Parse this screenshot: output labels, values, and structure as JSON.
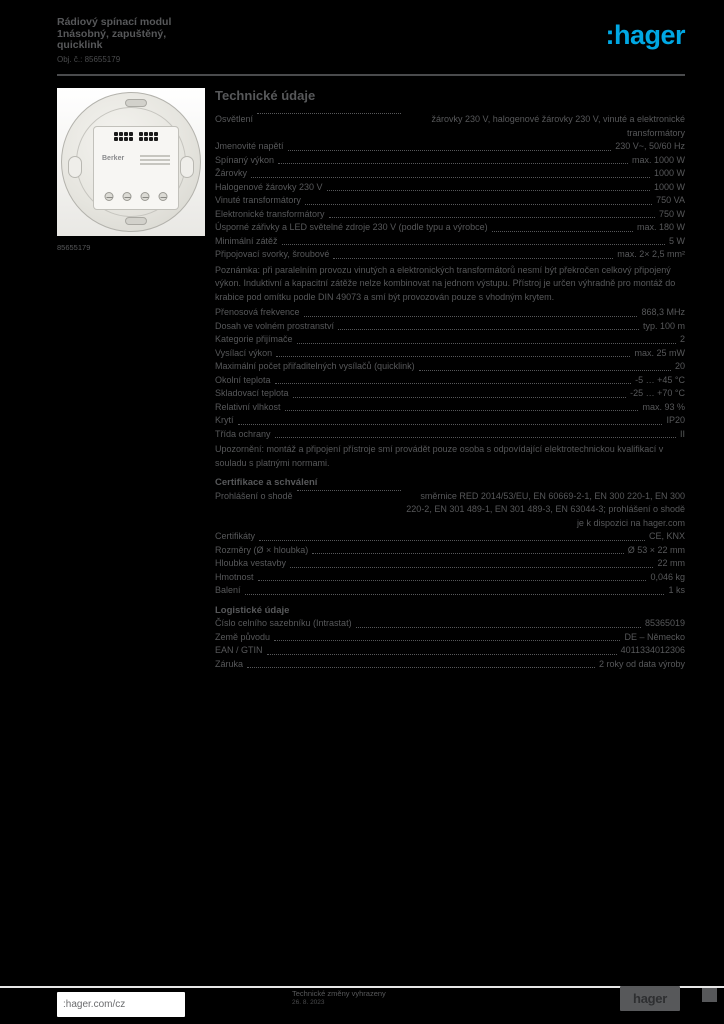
{
  "theme": {
    "background": "#000000",
    "text_gray": "#57585a",
    "hager_blue": "#00a8e4",
    "footer_box_white": "#ffffff"
  },
  "header": {
    "title_line1": "Rádiový spínací modul",
    "title_line2": "1násobný, zapuštěný,",
    "title_line3": "quicklink",
    "order_no": "Obj. č.: 85655179",
    "logo_text": ":hager"
  },
  "product_image": {
    "brand_label": "Berker",
    "caption": "85655179"
  },
  "specs": {
    "heading": "Technické údaje",
    "blocks": [
      {
        "type": "row",
        "style": "multival",
        "label": "Osvětlení",
        "value": "žárovky 230 V, halogenové žárovky 230 V, vinuté a elektronické transformátory"
      },
      {
        "type": "row",
        "label": "Jmenovité napětí",
        "value": "230 V~, 50/60 Hz"
      },
      {
        "type": "row",
        "label": "Spínaný výkon",
        "value": "max. 1000 W"
      },
      {
        "type": "row",
        "label": "Žárovky",
        "value": "1000 W"
      },
      {
        "type": "row",
        "label": "Halogenové žárovky 230 V",
        "value": "1000 W"
      },
      {
        "type": "row",
        "label": "Vinuté transformátory",
        "value": "750 VA"
      },
      {
        "type": "row",
        "label": "Elektronické transformátory",
        "value": "750 W"
      },
      {
        "type": "row",
        "style": "wraplbl",
        "label": "Úsporné zářivky a LED světelné zdroje 230 V (podle typu a výrobce)",
        "value": "max. 180 W"
      },
      {
        "type": "row",
        "label": "Minimální zátěž",
        "value": "5 W"
      },
      {
        "type": "row",
        "label": "Připojovací svorky, šroubové",
        "value": "max. 2× 2,5 mm²"
      },
      {
        "type": "note",
        "text": "Poznámka: při paralelním provozu vinutých a elektronických transformátorů nesmí být překročen celkový připojený výkon. Induktivní a kapacitní zátěže nelze kombinovat na jednom výstupu. Přístroj je určen výhradně pro montáž do krabice pod omítku podle DIN 49073 a smí být provozován pouze s vhodným krytem."
      },
      {
        "type": "row",
        "label": "Přenosová frekvence",
        "value": "868,3 MHz"
      },
      {
        "type": "row",
        "label": "Dosah ve volném prostranství",
        "value": "typ. 100 m"
      },
      {
        "type": "row",
        "label": "Kategorie přijímače",
        "value": "2"
      },
      {
        "type": "row",
        "label": "Vysílací výkon",
        "value": "max. 25 mW"
      },
      {
        "type": "row",
        "style": "wraplbl",
        "label": "Maximální počet přiřaditelných vysílačů (quicklink)",
        "value": "20"
      },
      {
        "type": "row",
        "label": "Okolní teplota",
        "value": "-5 … +45 °C"
      },
      {
        "type": "row",
        "label": "Skladovací teplota",
        "value": "-25 … +70 °C"
      },
      {
        "type": "row",
        "label": "Relativní vlhkost",
        "value": "max. 93 %"
      },
      {
        "type": "row",
        "label": "Krytí",
        "value": "IP20"
      },
      {
        "type": "row",
        "label": "Třída ochrany",
        "value": "II"
      },
      {
        "type": "note",
        "text": "Upozornění: montáž a připojení přístroje smí provádět pouze osoba s odpovídající elektrotechnickou kvalifikací v souladu s platnými normami."
      },
      {
        "type": "subheading",
        "text": "Certifikace a schválení"
      },
      {
        "type": "row",
        "style": "multival",
        "label": "Prohlášení o shodě",
        "value": "směrnice RED 2014/53/EU, EN 60669-2-1, EN 300 220-1, EN 300 220-2, EN 301 489-1, EN 301 489-3, EN 63044-3; prohlášení o shodě je k dispozici na hager.com"
      },
      {
        "type": "row",
        "label": "Certifikáty",
        "value": "CE, KNX"
      },
      {
        "type": "row",
        "label": "Rozměry (Ø × hloubka)",
        "value": "Ø 53 × 22 mm"
      },
      {
        "type": "row",
        "label": "Hloubka vestavby",
        "value": "22 mm"
      },
      {
        "type": "row",
        "label": "Hmotnost",
        "value": "0,046 kg"
      },
      {
        "type": "row",
        "label": "Balení",
        "value": "1 ks"
      },
      {
        "type": "subheading",
        "text": "Logistické údaje"
      },
      {
        "type": "row",
        "label": "Číslo celního sazebníku (Intrastat)",
        "value": "85365019"
      },
      {
        "type": "row",
        "label": "Země původu",
        "value": "DE – Německo"
      },
      {
        "type": "row",
        "label": "EAN / GTIN",
        "value": "4011334012306"
      },
      {
        "type": "row",
        "label": "Záruka",
        "value": "2 roky od data výroby"
      }
    ]
  },
  "footer": {
    "website": ":hager.com/cz",
    "note_line1": "Technické změny vyhrazeny",
    "note_line2": "26. 8. 2023",
    "logo_text": "hager",
    "page_indicator": ""
  }
}
